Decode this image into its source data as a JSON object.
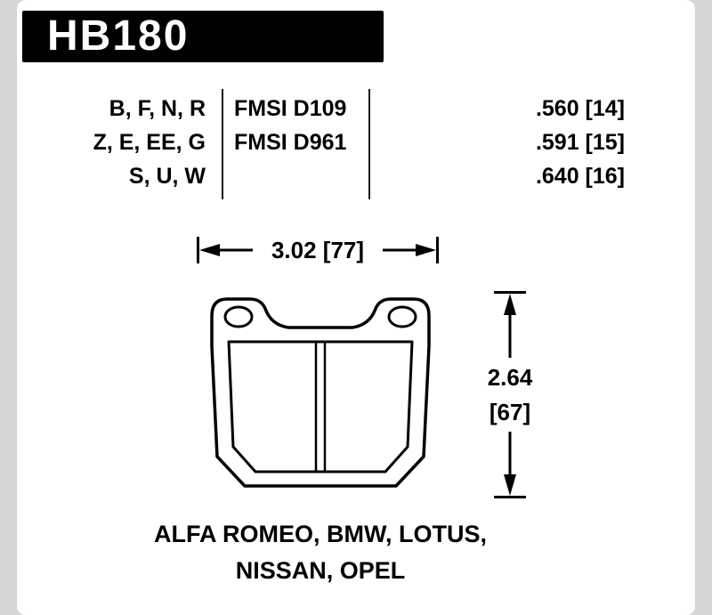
{
  "header": {
    "part_number": "HB180"
  },
  "spec_table": {
    "rows": [
      {
        "compounds": "B, F, N, R",
        "fmsi": "FMSI D109",
        "thickness": ".560 [14]"
      },
      {
        "compounds": "Z, E, EE, G",
        "fmsi": "FMSI D961",
        "thickness": ".591 [15]"
      },
      {
        "compounds": "S, U, W",
        "fmsi": "",
        "thickness": ".640 [16]"
      }
    ]
  },
  "dimensions": {
    "width_label": "3.02 [77]",
    "height_value": "2.64",
    "height_bracket": "[67]"
  },
  "applications": {
    "line1": "ALFA ROMEO, BMW, LOTUS,",
    "line2": "NISSAN, OPEL"
  },
  "colors": {
    "background": "#d6d6d6",
    "card": "#ffffff",
    "ink": "#000000",
    "part_box": "#000000",
    "part_text": "#ffffff"
  }
}
